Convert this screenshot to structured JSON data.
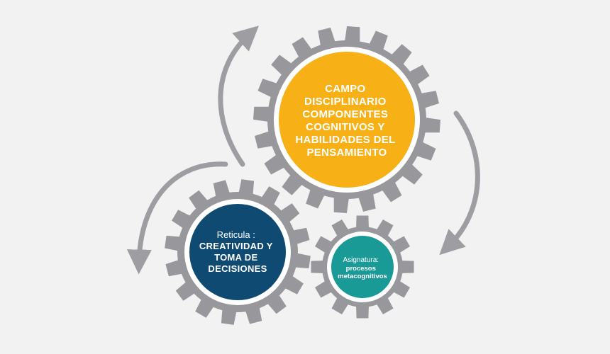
{
  "colors": {
    "background": "#f2f2f2",
    "gear": "#98989c",
    "gear_ring": "#ffffff",
    "arrow": "#9d9da2",
    "large_circle": "#f7b016",
    "left_circle": "#0f4a73",
    "right_circle": "#1a9a96",
    "text": "#ffffff"
  },
  "gears": {
    "large": {
      "icon": "gear-icon",
      "lines": [
        "CAMPO",
        "DISCIPLINARIO",
        "COMPONENTES",
        "COGNITIVOS Y",
        "HABILIDADES DEL",
        "PENSAMIENTO"
      ]
    },
    "left": {
      "icon": "gear-icon",
      "label": "Reticula :",
      "lines": [
        "CREATIVIDAD Y",
        "TOMA DE",
        "DECISIONES"
      ]
    },
    "right": {
      "icon": "gear-icon",
      "label": "Asignatura:",
      "lines": [
        "procesos",
        "metacognitivos"
      ]
    }
  },
  "arrows": [
    {
      "icon": "curved-arrow-up-icon"
    },
    {
      "icon": "curved-arrow-down-right-icon"
    },
    {
      "icon": "curved-arrow-down-left-icon"
    }
  ]
}
